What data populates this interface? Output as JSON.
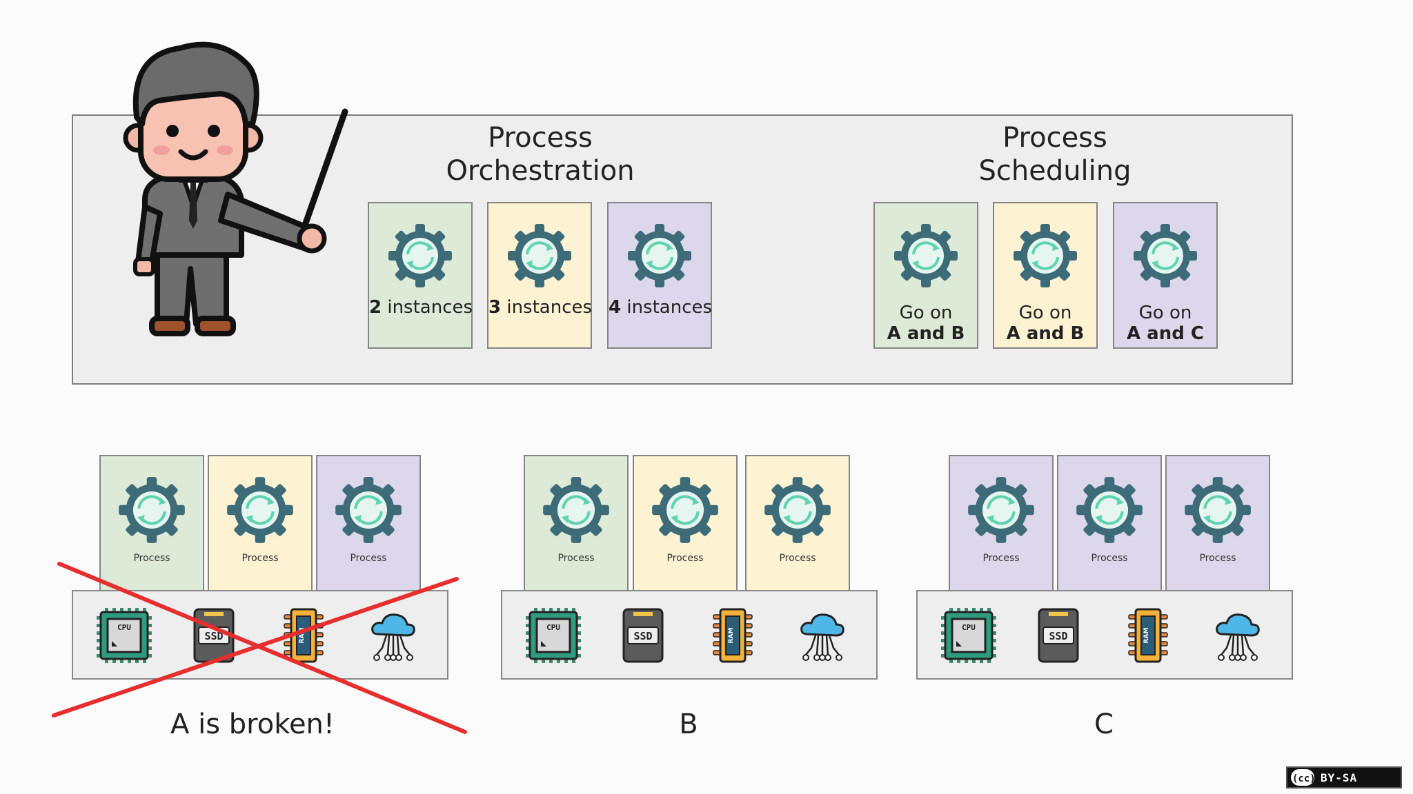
{
  "orchestration": {
    "title_line1": "Process",
    "title_line2": "Orchestration",
    "cards": [
      {
        "count": "2",
        "text": "instances",
        "color": "#dcead7"
      },
      {
        "count": "3",
        "text": "instances",
        "color": "#fdf2d2"
      },
      {
        "count": "4",
        "text": "instances",
        "color": "#ddd7ec"
      }
    ]
  },
  "scheduling": {
    "title_line1": "Process",
    "title_line2": "Scheduling",
    "cards": [
      {
        "line1": "Go on",
        "line2": "A and B",
        "color": "#dcead7"
      },
      {
        "line1": "Go on",
        "line2": "A and B",
        "color": "#fdf2d2"
      },
      {
        "line1": "Go on",
        "line2": "A and C",
        "color": "#ddd7ec"
      }
    ]
  },
  "machines": [
    {
      "label": "A is broken!",
      "broken": true,
      "processes": [
        {
          "label": "Process",
          "color": "#dcead7"
        },
        {
          "label": "Process",
          "color": "#fdf2d2"
        },
        {
          "label": "Process",
          "color": "#ddd7ec"
        }
      ]
    },
    {
      "label": "B",
      "broken": false,
      "processes": [
        {
          "label": "Process",
          "color": "#dcead7"
        },
        {
          "label": "Process",
          "color": "#fdf2d2"
        },
        {
          "label": "Process",
          "color": "#fdf2d2"
        }
      ]
    },
    {
      "label": "C",
      "broken": false,
      "processes": [
        {
          "label": "Process",
          "color": "#ddd7ec"
        },
        {
          "label": "Process",
          "color": "#ddd7ec"
        },
        {
          "label": "Process",
          "color": "#ddd7ec"
        }
      ]
    }
  ],
  "hardware_icons": [
    "cpu-icon",
    "ssd-icon",
    "ram-icon",
    "cloud-network-icon"
  ],
  "hardware_text": {
    "cpu": "CPU",
    "ssd": "SSD",
    "ram": "RAM"
  },
  "license": {
    "cc": "(cc)",
    "text": "BY-SA"
  },
  "colors": {
    "gear": "#3d6b78",
    "gear_arrows": "#5fd3b0",
    "cross": "#e62e2e",
    "panel": "#eeeeee"
  }
}
